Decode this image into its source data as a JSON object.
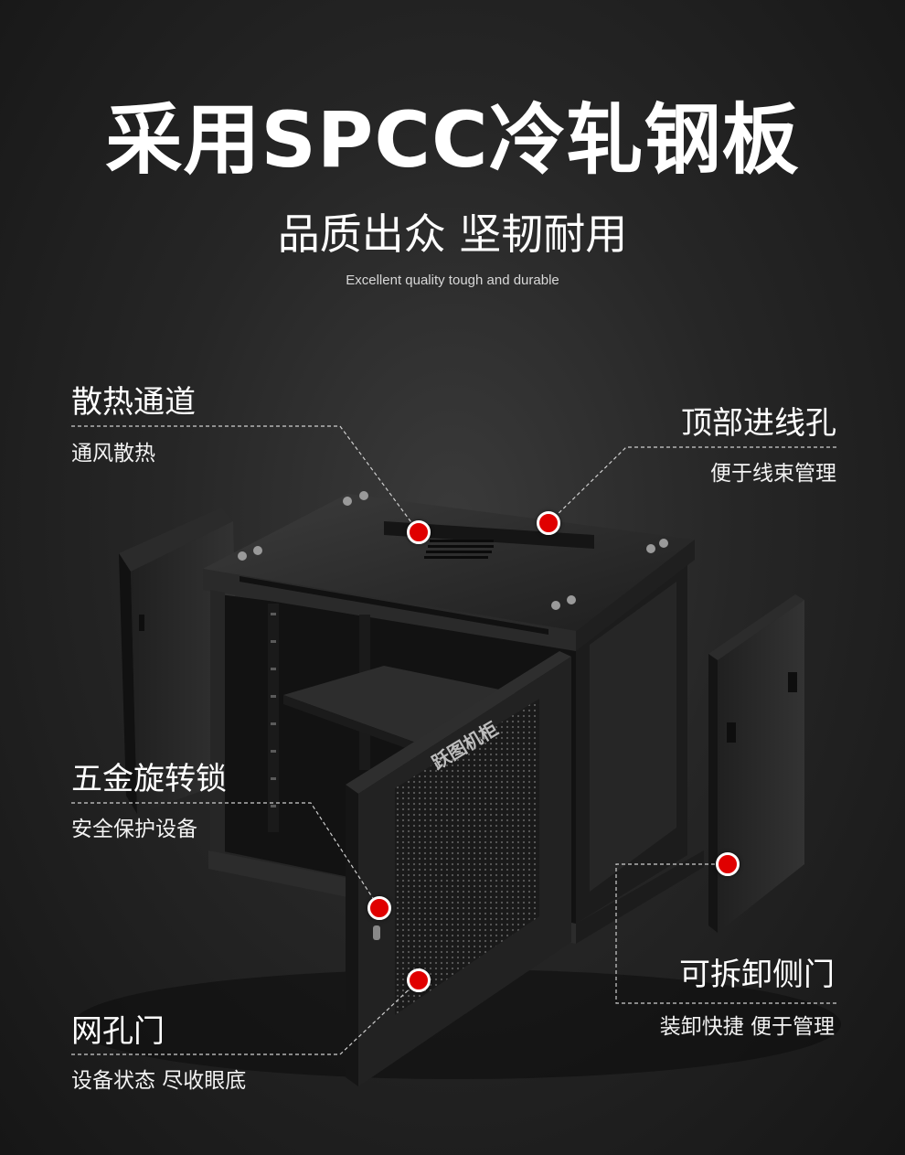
{
  "header": {
    "title": "采用SPCC冷轧钢板",
    "subtitle": "品质出众 坚韧耐用",
    "subtitle_en": "Excellent quality tough and durable"
  },
  "product": {
    "brand_text": "跃图机柜"
  },
  "features": {
    "cooling": {
      "title": "散热通道",
      "desc": "通风散热"
    },
    "top_hole": {
      "title": "顶部进线孔",
      "desc": "便于线束管理"
    },
    "lock": {
      "title": "五金旋转锁",
      "desc": "安全保护设备"
    },
    "side_door": {
      "title": "可拆卸侧门",
      "desc": "装卸快捷 便于管理"
    },
    "mesh_door": {
      "title": "网孔门",
      "desc": "设备状态 尽收眼底"
    }
  },
  "colors": {
    "marker": "#e00000",
    "background": "#262626"
  }
}
